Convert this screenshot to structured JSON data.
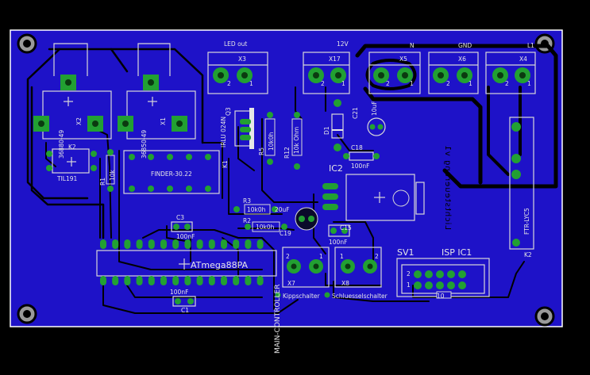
{
  "board": {
    "outline_color": "#ffffff",
    "fill_color": "#1e12c8",
    "trace_color": "#000000",
    "pad_color": "#22a032",
    "silk_color": "#e6e6e6"
  },
  "connectors": {
    "led_out_label": "LED out",
    "v12_label": "12V",
    "n_label": "N",
    "gnd_label": "GND",
    "l1_label": "L1",
    "x3": "X3",
    "x17": "X17",
    "x5": "X5",
    "x6": "X6",
    "x4": "X4",
    "x2": "X2",
    "x1": "X1",
    "x7": "X7",
    "x8": "X8",
    "k1": "K1",
    "k2": "K2",
    "sv1": "SV1",
    "isp_ic1": "ISP IC1",
    "pin1": "1",
    "pin2": "2",
    "pin10": "10"
  },
  "components": {
    "x2_part": "36880-49",
    "x1_part": "36850-49",
    "optocoupler": "TIL191",
    "r1": "R1",
    "r1_val": "10k",
    "relay": "FINDER-30.22",
    "q3": "Q3",
    "q3_part": "IRLU 024N",
    "r5": "R5",
    "r5_val": "10k0h",
    "r12": "R12",
    "r12_val": "10k Ohm",
    "d1": "D1",
    "c21": "C21",
    "c21_val": "10uF",
    "c18": "C18",
    "c18_val": "100nF",
    "ic2": "IC2",
    "fuse": "FTR-LYC5",
    "r3": "R3",
    "r3_val": "10k0h",
    "r2": "R2",
    "r2_val": "10k0h",
    "c_20uf": "20uF",
    "c3": "C3",
    "c3_val": "100nF",
    "c19": "C19",
    "c15": "C15",
    "c17_val": "100nF",
    "mcu": "ATmega88PA",
    "c1": "C1",
    "c1_val": "100nF",
    "main_controller": "MAIN-CONTROLLER",
    "kipp_switch": "Kippschalter",
    "key_switch": "Schluesselschalter",
    "mirrored_text": "Lichtsteuerung v1"
  }
}
